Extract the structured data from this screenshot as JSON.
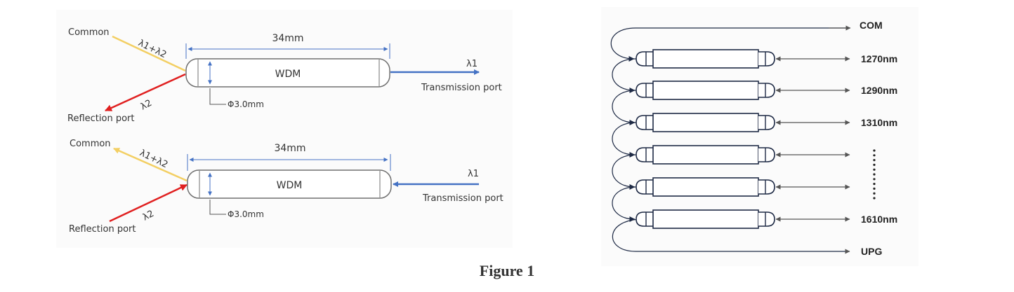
{
  "left_diagram": {
    "top": {
      "common_label": "Common",
      "lambda_sum_label": "λ1+λ2",
      "length_label": "34mm",
      "device_label": "WDM",
      "diameter_label": "Φ3.0mm",
      "lambda1_label": "λ1",
      "transmission_label": "Transmission port",
      "lambda2_label": "λ2",
      "reflection_label": "Reflection port"
    },
    "bottom": {
      "common_label": "Common",
      "lambda_sum_label": "λ1+λ2",
      "length_label": "34mm",
      "device_label": "WDM",
      "diameter_label": "Φ3.0mm",
      "lambda1_label": "λ1",
      "transmission_label": "Transmission port",
      "lambda2_label": "λ2",
      "reflection_label": "Reflection port"
    }
  },
  "right_diagram": {
    "com_label": "COM",
    "channels": [
      "1270nm",
      "1290nm",
      "1310nm",
      "",
      "",
      "1610nm"
    ],
    "upg_label": "UPG"
  },
  "caption": "Figure 1",
  "colors": {
    "common_fiber": "#f3cf63",
    "reflection_fiber": "#e02020",
    "transmission_fiber": "#4472c4",
    "dimension_line": "#4472c4",
    "module_outline": "#1e2a45",
    "arrow_gray": "#555555"
  }
}
